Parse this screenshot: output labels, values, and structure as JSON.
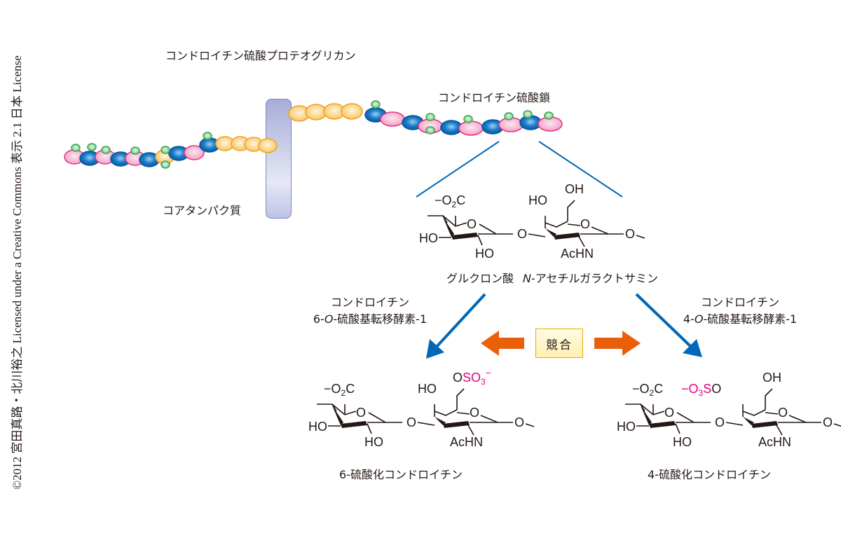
{
  "copyright": "©2012 宮田真路・北川裕之 Licensed under a Creative Commons 表示 2.1 日本 License",
  "labels": {
    "proteoglycan": "コンドロイチン硫酸プロテオグリカン",
    "cs_chain": "コンドロイチン硫酸鎖",
    "core_protein": "コアタンパク質",
    "glcA": "グルクロン酸",
    "galnac": "N-アセチルガラクトサミン",
    "galnac_italic": "N",
    "galnac_rest": "-アセチルガラクトサミン",
    "enzyme6_line1": "コンドロイチン",
    "enzyme6_line2_pre": "6-",
    "enzyme6_line2_it": "O",
    "enzyme6_line2_post": "-硫酸基転移酵素-1",
    "enzyme4_line1": "コンドロイチン",
    "enzyme4_line2_pre": "4-",
    "enzyme4_line2_it": "O",
    "enzyme4_line2_post": "-硫酸基転移酵素-1",
    "compete": "競合",
    "product6": "6-硫酸化コンドロイチン",
    "product4": "4-硫酸化コンドロイチン"
  },
  "chem": {
    "carboxylate": "⁻O₂C",
    "o2c_minus": "−",
    "o2c_o": "O",
    "o2c_2": "2",
    "o2c_c": "C",
    "ho": "HO",
    "oh": "OH",
    "o": "O",
    "achn": "AcHN",
    "oso3": "OSO₃⁻",
    "o3so": "⁻O₃SO",
    "so3": "SO",
    "three": "3",
    "minus": "−"
  },
  "colors": {
    "glcA_pink": "#f4a6c8",
    "galnac_blue": "#0068b7",
    "linker_orange": "#f6b53f",
    "sulfate_green": "#5cbf6e",
    "arrow_blue": "#0068b7",
    "arrow_orange": "#ea5f0a",
    "sulfate_text": "#e4007f"
  }
}
